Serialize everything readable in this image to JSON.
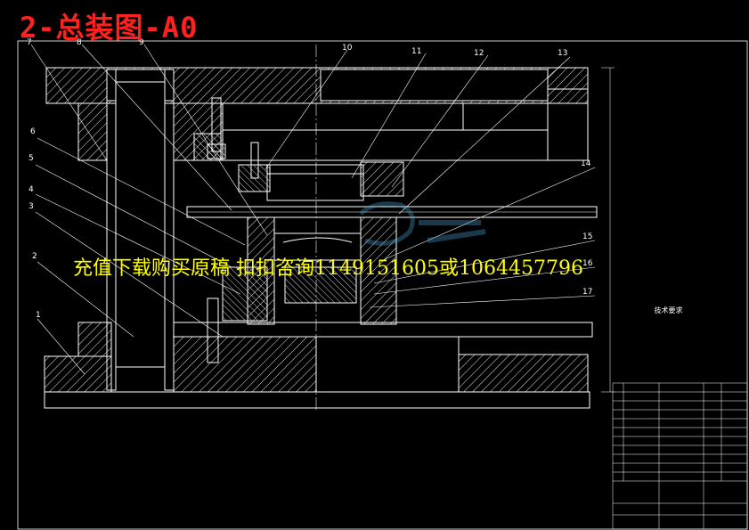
{
  "title": "2-总装图-A0",
  "watermark": "充值下载购买原稿 扣扣咨询1149151605或1064457796",
  "part_numbers": [
    "1",
    "2",
    "3",
    "4",
    "5",
    "6",
    "7",
    "8",
    "9",
    "10",
    "11",
    "12",
    "13",
    "14",
    "15",
    "16",
    "17"
  ],
  "tech_requirements": {
    "heading": "技术要求"
  }
}
